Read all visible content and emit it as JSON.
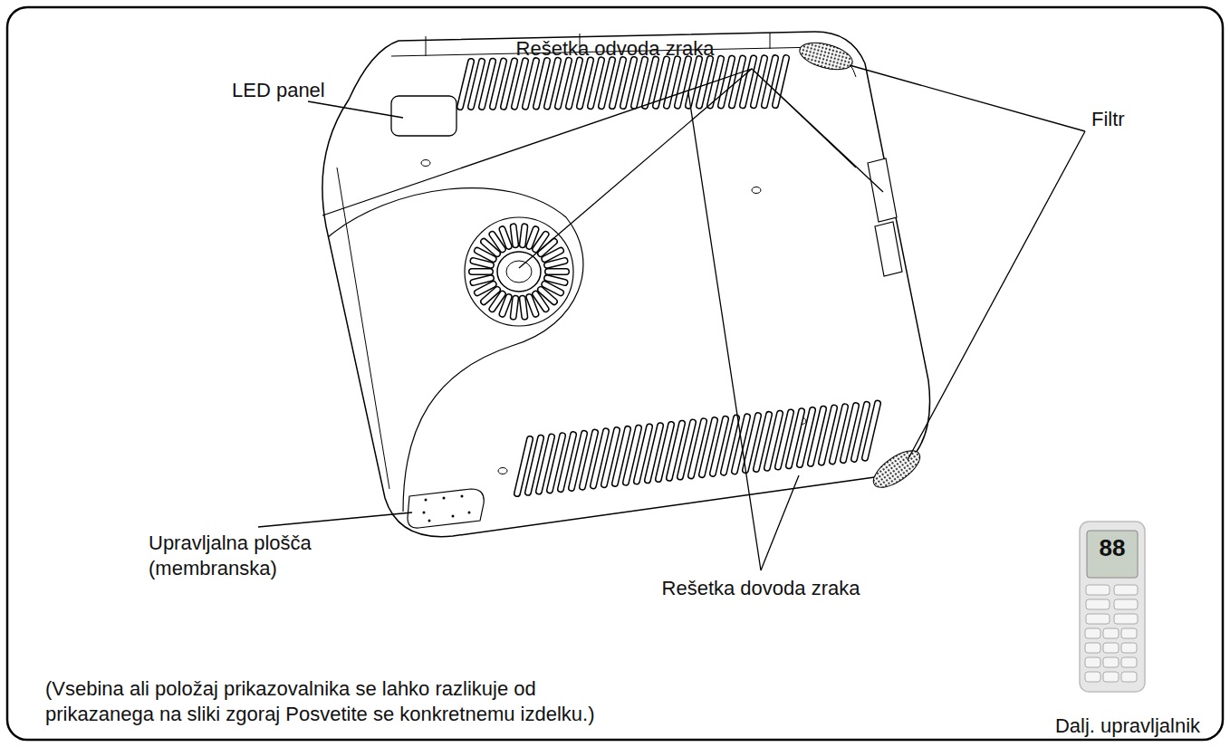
{
  "diagram": {
    "labels": [
      "Rešetka odvoda zraka",
      "LED panel",
      "Filtr",
      "Upravljalna plošča (membranska)",
      "Rešetka dovoda zraka",
      "88",
      "(Vsebina ali položaj prikazovalnika se lahko razlikuje od prikazanega na sliki zgoraj Posvetite se konkretnemu izdelku.)",
      "Dalj. upravljalnik"
    ]
  }
}
